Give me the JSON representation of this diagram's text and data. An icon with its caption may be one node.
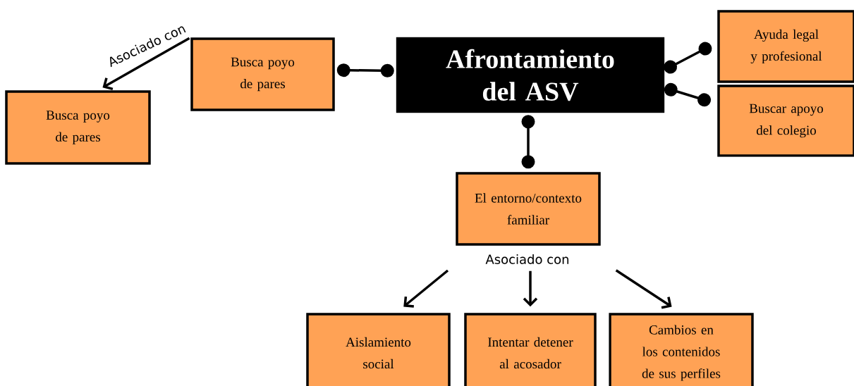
{
  "diagram": {
    "nodes": [
      {
        "text": [
          "Afrontamiento del ASV"
        ]
      },
      {
        "text": [
          "Busca poyo de pares"
        ]
      },
      {
        "text": [
          "Busca poyo de pares"
        ]
      },
      {
        "text": [
          "Ayuda legal y profesional"
        ]
      },
      {
        "text": [
          "Buscar apoyo del colegio"
        ]
      },
      {
        "text": [
          "El entorno/contexto familiar"
        ]
      },
      {
        "text": [
          "Aislamiento social"
        ]
      },
      {
        "text": [
          "Intentar detener al acosador"
        ]
      },
      {
        "text": [
          "Cambios en los contenidos de sus perfiles"
        ]
      }
    ],
    "edges": [
      {
        "from": 0,
        "to": 1,
        "arrow": "other"
      },
      {
        "from": 1,
        "to": 2,
        "arrow": "to",
        "label": "Asociado con"
      },
      {
        "from": 0,
        "to": 3,
        "arrow": "other"
      },
      {
        "from": 0,
        "to": 4,
        "arrow": "other"
      },
      {
        "from": 0,
        "to": 5,
        "arrow": "other"
      },
      {
        "from": 5,
        "to": 6,
        "arrow": "to"
      },
      {
        "from": 5,
        "to": 7,
        "arrow": "to",
        "label": "Asociado con"
      },
      {
        "from": 5,
        "to": 8,
        "arrow": "to"
      }
    ]
  }
}
